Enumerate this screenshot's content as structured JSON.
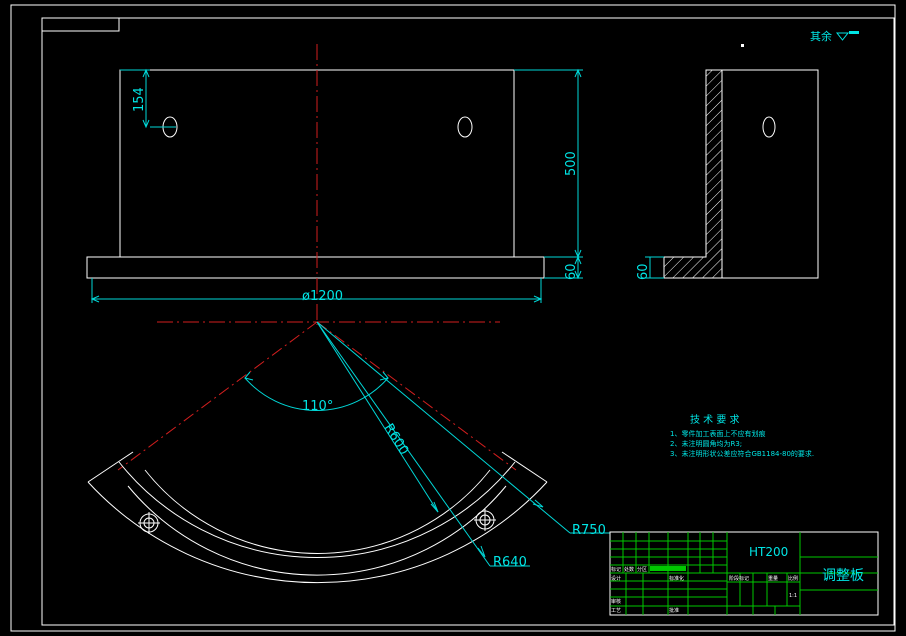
{
  "colors": {
    "background": "#000000",
    "line": "#ffffff",
    "dimension": "#00d7d7",
    "centerline": "#d21e1e",
    "titleblock_grid": "#00c800",
    "text_cyan": "#00e5e5",
    "text_white": "#ffffff"
  },
  "surface_finish": {
    "label": "其余"
  },
  "front_view": {
    "dim_hole_height": "154",
    "dim_height": "500",
    "dim_base_thickness": "60",
    "dim_width": "ø1200"
  },
  "side_view": {
    "dim_base_thickness": "60"
  },
  "arc_view": {
    "angle": "110°",
    "radius_inner": "R600",
    "radius_hole": "R640",
    "radius_outer": "R750"
  },
  "tech_requirements": {
    "title": "技 术 要 求",
    "items": [
      "1、零件加工表面上不应有划痕",
      "2、未注明圆角均为R3;",
      "3、未注明形状公差应符合GB1184-80的要求."
    ]
  },
  "title_block": {
    "material": "HT200",
    "part_name": "调整板",
    "scale": "1:1",
    "left_labels": {
      "revision_headers": [
        "标记",
        "处数",
        "分区"
      ],
      "standardize": "标准化",
      "approve": "批准",
      "design": "设计",
      "review": "审核",
      "process": "工艺",
      "stage_mark": "阶段标记",
      "weight": "重量",
      "scale_label": "比例"
    }
  }
}
